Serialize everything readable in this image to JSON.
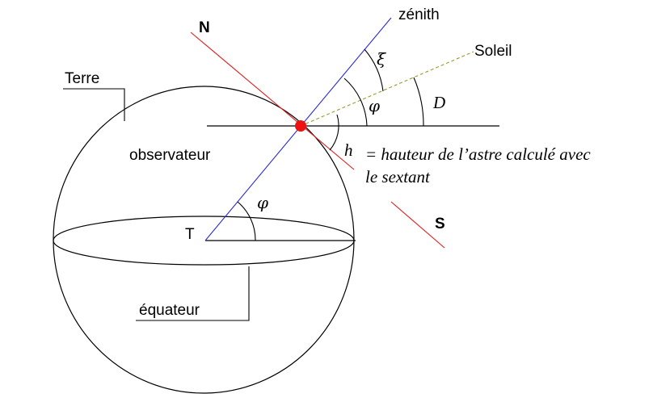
{
  "labels": {
    "zenith": "zénith",
    "north": "N",
    "south": "S",
    "sun": "Soleil",
    "earth": "Terre",
    "observer": "observateur",
    "center": "T",
    "equator": "équateur",
    "xi": "ξ",
    "phi_top": "φ",
    "phi_center": "φ",
    "d": "D",
    "h": "h",
    "height_line1": "= hauteur de l’astre calculé avec",
    "height_line2": "le sextant"
  },
  "colors": {
    "axis_blue": "#2b2bd6",
    "meridian_red": "#e02020",
    "sun_ray": "#9a9a30",
    "observer_dot": "#ee1111",
    "ink": "#000000"
  }
}
